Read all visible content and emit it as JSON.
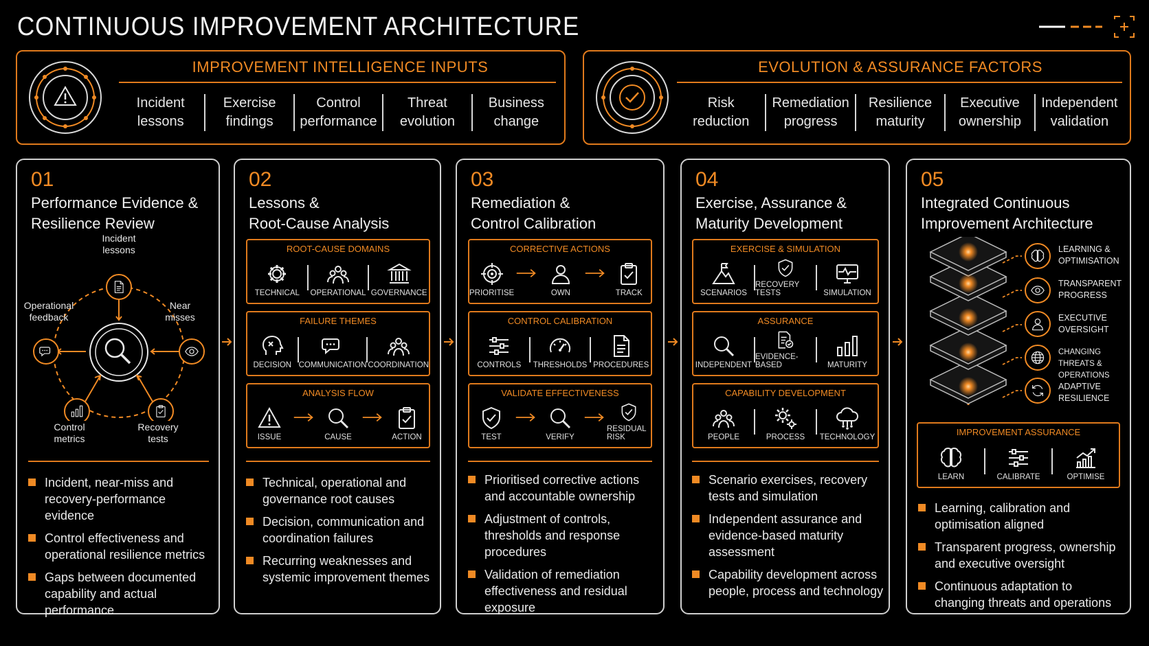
{
  "title": "CONTINUOUS IMPROVEMENT ARCHITECTURE",
  "colors": {
    "accent": "#f08a24",
    "border": "#cfcfcf",
    "background": "#000000"
  },
  "inputs_panel": {
    "title": "IMPROVEMENT INTELLIGENCE INPUTS",
    "icon": "warning-triangle-icon",
    "items": [
      {
        "l1": "Incident",
        "l2": "lessons"
      },
      {
        "l1": "Exercise",
        "l2": "findings"
      },
      {
        "l1": "Control",
        "l2": "performance"
      },
      {
        "l1": "Threat",
        "l2": "evolution"
      },
      {
        "l1": "Business",
        "l2": "change"
      }
    ]
  },
  "factors_panel": {
    "title": "EVOLUTION & ASSURANCE FACTORS",
    "icon": "check-circle-icon",
    "items": [
      {
        "l1": "Risk",
        "l2": "reduction"
      },
      {
        "l1": "Remediation",
        "l2": "progress"
      },
      {
        "l1": "Resilience",
        "l2": "maturity"
      },
      {
        "l1": "Executive",
        "l2": "ownership"
      },
      {
        "l1": "Independent",
        "l2": "validation"
      }
    ]
  },
  "col1": {
    "num": "01",
    "title_l1": "Performance Evidence &",
    "title_l2": "Resilience Review",
    "cycle": {
      "incident_l1": "Incident",
      "incident_l2": "lessons",
      "near_l1": "Near",
      "near_l2": "misses",
      "recovery_l1": "Recovery",
      "recovery_l2": "tests",
      "control_l1": "Control",
      "control_l2": "metrics",
      "feedback_l1": "Operational",
      "feedback_l2": "feedback"
    },
    "bullets": [
      "Incident, near-miss and recovery-performance evidence",
      "Control effectiveness and operational resilience metrics",
      "Gaps between documented capability and actual performance"
    ]
  },
  "col2": {
    "num": "02",
    "title_l1": "Lessons &",
    "title_l2": "Root-Cause Analysis",
    "box1": {
      "title": "ROOT-CAUSE DOMAINS",
      "items": [
        "TECHNICAL",
        "OPERATIONAL",
        "GOVERNANCE"
      ]
    },
    "box2": {
      "title": "FAILURE THEMES",
      "items": [
        "DECISION",
        "COMMUNICATION",
        "COORDINATION"
      ]
    },
    "box3": {
      "title": "ANALYSIS FLOW",
      "items": [
        "ISSUE",
        "CAUSE",
        "ACTION"
      ]
    },
    "bullets": [
      "Technical, operational and governance root causes",
      "Decision, communication and coordination failures",
      "Recurring weaknesses and systemic improvement themes"
    ]
  },
  "col3": {
    "num": "03",
    "title_l1": "Remediation &",
    "title_l2": "Control Calibration",
    "box1": {
      "title": "CORRECTIVE ACTIONS",
      "items": [
        "PRIORITISE",
        "OWN",
        "TRACK"
      ]
    },
    "box2": {
      "title": "CONTROL CALIBRATION",
      "items": [
        "CONTROLS",
        "THRESHOLDS",
        "PROCEDURES"
      ]
    },
    "box3": {
      "title": "VALIDATE EFFECTIVENESS",
      "items": [
        "TEST",
        "VERIFY",
        "RESIDUAL RISK"
      ]
    },
    "bullets": [
      "Prioritised corrective actions and accountable ownership",
      "Adjustment of controls, thresholds and response procedures",
      "Validation of remediation effectiveness and residual exposure"
    ]
  },
  "col4": {
    "num": "04",
    "title_l1": "Exercise, Assurance &",
    "title_l2": "Maturity Development",
    "box1": {
      "title": "EXERCISE & SIMULATION",
      "items": [
        "SCENARIOS",
        "RECOVERY TESTS",
        "SIMULATION"
      ]
    },
    "box2": {
      "title": "ASSURANCE",
      "items": [
        "INDEPENDENT",
        "EVIDENCE-BASED",
        "MATURITY"
      ]
    },
    "box3": {
      "title": "CAPABILITY DEVELOPMENT",
      "items": [
        "PEOPLE",
        "PROCESS",
        "TECHNOLOGY"
      ]
    },
    "bullets": [
      "Scenario exercises, recovery tests and simulation",
      "Independent assurance and evidence-based maturity assessment",
      "Capability development across people, process and technology"
    ]
  },
  "col5": {
    "num": "05",
    "title_l1": "Integrated Continuous",
    "title_l2": "Improvement Architecture",
    "layers": [
      {
        "l1": "LEARNING &",
        "l2": "OPTIMISATION",
        "icon": "brain-icon"
      },
      {
        "l1": "TRANSPARENT",
        "l2": "PROGRESS",
        "icon": "eye-icon"
      },
      {
        "l1": "EXECUTIVE",
        "l2": "OVERSIGHT",
        "icon": "person-icon"
      },
      {
        "l1": "CHANGING THREATS &",
        "l2": "OPERATIONS",
        "icon": "globe-icon"
      },
      {
        "l1": "ADAPTIVE",
        "l2": "RESILIENCE",
        "icon": "refresh-icon"
      }
    ],
    "box": {
      "title": "IMPROVEMENT ASSURANCE",
      "items": [
        "LEARN",
        "CALIBRATE",
        "OPTIMISE"
      ]
    },
    "bullets": [
      "Learning, calibration and optimisation aligned",
      "Transparent progress, ownership and executive oversight",
      "Continuous adaptation to changing threats and operations"
    ]
  }
}
